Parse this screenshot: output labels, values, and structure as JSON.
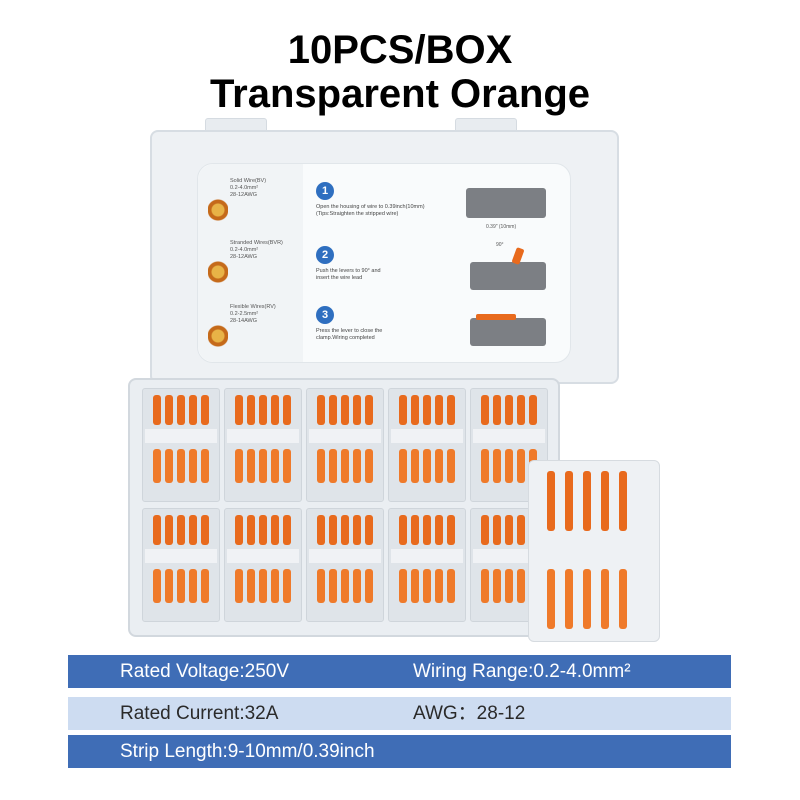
{
  "title": {
    "line1": "10PCS/BOX",
    "line2": "Transparent Orange"
  },
  "instructions": {
    "wires": [
      {
        "text": "Solid Wire(BV)\n0.2-4.0mm²\n28-12AWG",
        "icon": "solid-wire-icon"
      },
      {
        "text": "Stranded Wires(BVR)\n0.2-4.0mm²\n28-12AWG",
        "icon": "stranded-wire-icon"
      },
      {
        "text": "Flexible Wires(RV)\n0.2-2.5mm²\n28-14AWG",
        "icon": "flexible-wire-icon"
      }
    ],
    "steps": [
      {
        "num": "1",
        "text": "Open the housing of wire to 0.39inch(10mm)\n(Tips:Straighten the stripped wire)",
        "note": "0.39\" (10mm)"
      },
      {
        "num": "2",
        "text": "Push the levers to 90° and\ninsert the wire lead",
        "note": "90°"
      },
      {
        "num": "3",
        "text": "Press the lever to close the\nclamp.Wiring completed",
        "note": ""
      }
    ]
  },
  "specs": [
    {
      "left": "Rated Voltage:250V",
      "right": "Wiring Range:0.2-4.0mm²"
    },
    {
      "left": "Rated Current:32A",
      "right": "AWG：28-12"
    },
    {
      "left": "Strip Length:9-10mm/0.39inch",
      "right": ""
    }
  ],
  "colors": {
    "lever": "#e86a1d",
    "spec_dark": "#3f6db6",
    "spec_light": "#cddcf1",
    "step_badge": "#2f6fc0"
  }
}
